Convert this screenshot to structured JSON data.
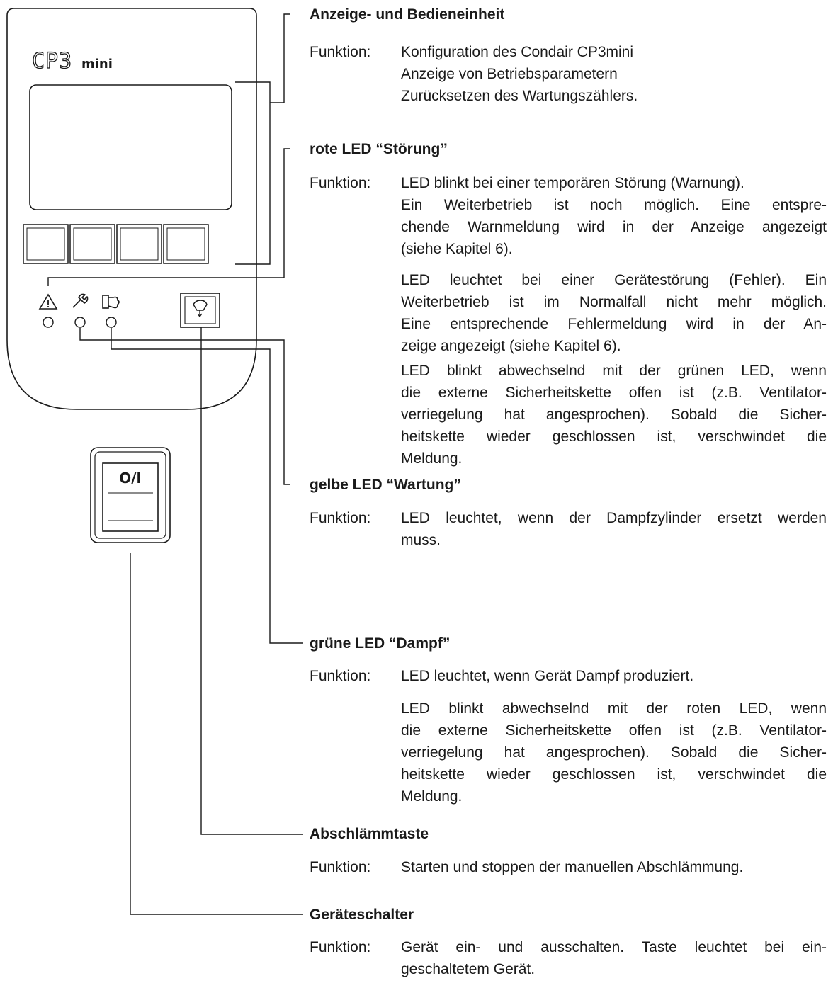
{
  "device": {
    "logo_text": "CP3mini",
    "switch_label": "O/I"
  },
  "sections": [
    {
      "title": "Anzeige- und Bedieneinheit",
      "label": "Funktion:",
      "lines": [
        "Konfiguration des Condair CP3mini",
        "Anzeige von Betriebsparametern",
        "Zurücksetzen des Wartungszählers."
      ]
    },
    {
      "title": "rote LED “Störung”",
      "label": "Funktion:",
      "paragraphs": [
        [
          "LED blinkt bei einer temporären Störung (Warnung).",
          "Ein Weiterbetrieb ist noch möglich. Eine entspre-",
          "chende Warnmeldung wird in der Anzeige angezeigt",
          "(siehe Kapitel 6)."
        ],
        [
          "LED leuchtet bei einer Gerätestörung (Fehler). Ein",
          "Weiterbetrieb ist im Normalfall nicht mehr möglich.",
          "Eine entsprechende Fehlermeldung wird in der An-",
          "zeige angezeigt (siehe Kapitel 6)."
        ],
        [
          "LED blinkt abwechselnd mit der grünen LED, wenn",
          "die externe Sicherheitskette offen ist (z.B. Ventilator-",
          "verriegelung hat angesprochen). Sobald die Sicher-",
          "heitskette wieder geschlossen ist, verschwindet die",
          "Meldung."
        ]
      ]
    },
    {
      "title": "gelbe LED “Wartung”",
      "label": "Funktion:",
      "paragraphs": [
        [
          "LED leuchtet, wenn der Dampfzylinder ersetzt werden",
          "muss."
        ]
      ]
    },
    {
      "title": "grüne LED “Dampf”",
      "label": "Funktion:",
      "paragraphs": [
        [
          "LED leuchtet, wenn Gerät Dampf produziert."
        ],
        [
          "LED blinkt abwechselnd mit der roten LED, wenn",
          "die externe Sicherheitskette offen ist (z.B. Ventilator-",
          "verriegelung hat angesprochen). Sobald die Sicher-",
          "heitskette wieder geschlossen ist, verschwindet die",
          "Meldung."
        ]
      ]
    },
    {
      "title": "Abschlämmtaste",
      "label": "Funktion:",
      "lines": [
        "Starten und stoppen der manuellen Abschlämmung."
      ]
    },
    {
      "title": "Geräteschalter",
      "label": "Funktion:",
      "paragraphs": [
        [
          "Gerät ein- und ausschalten. Taste leuchtet bei ein-",
          "geschaltetem Gerät."
        ]
      ]
    }
  ]
}
